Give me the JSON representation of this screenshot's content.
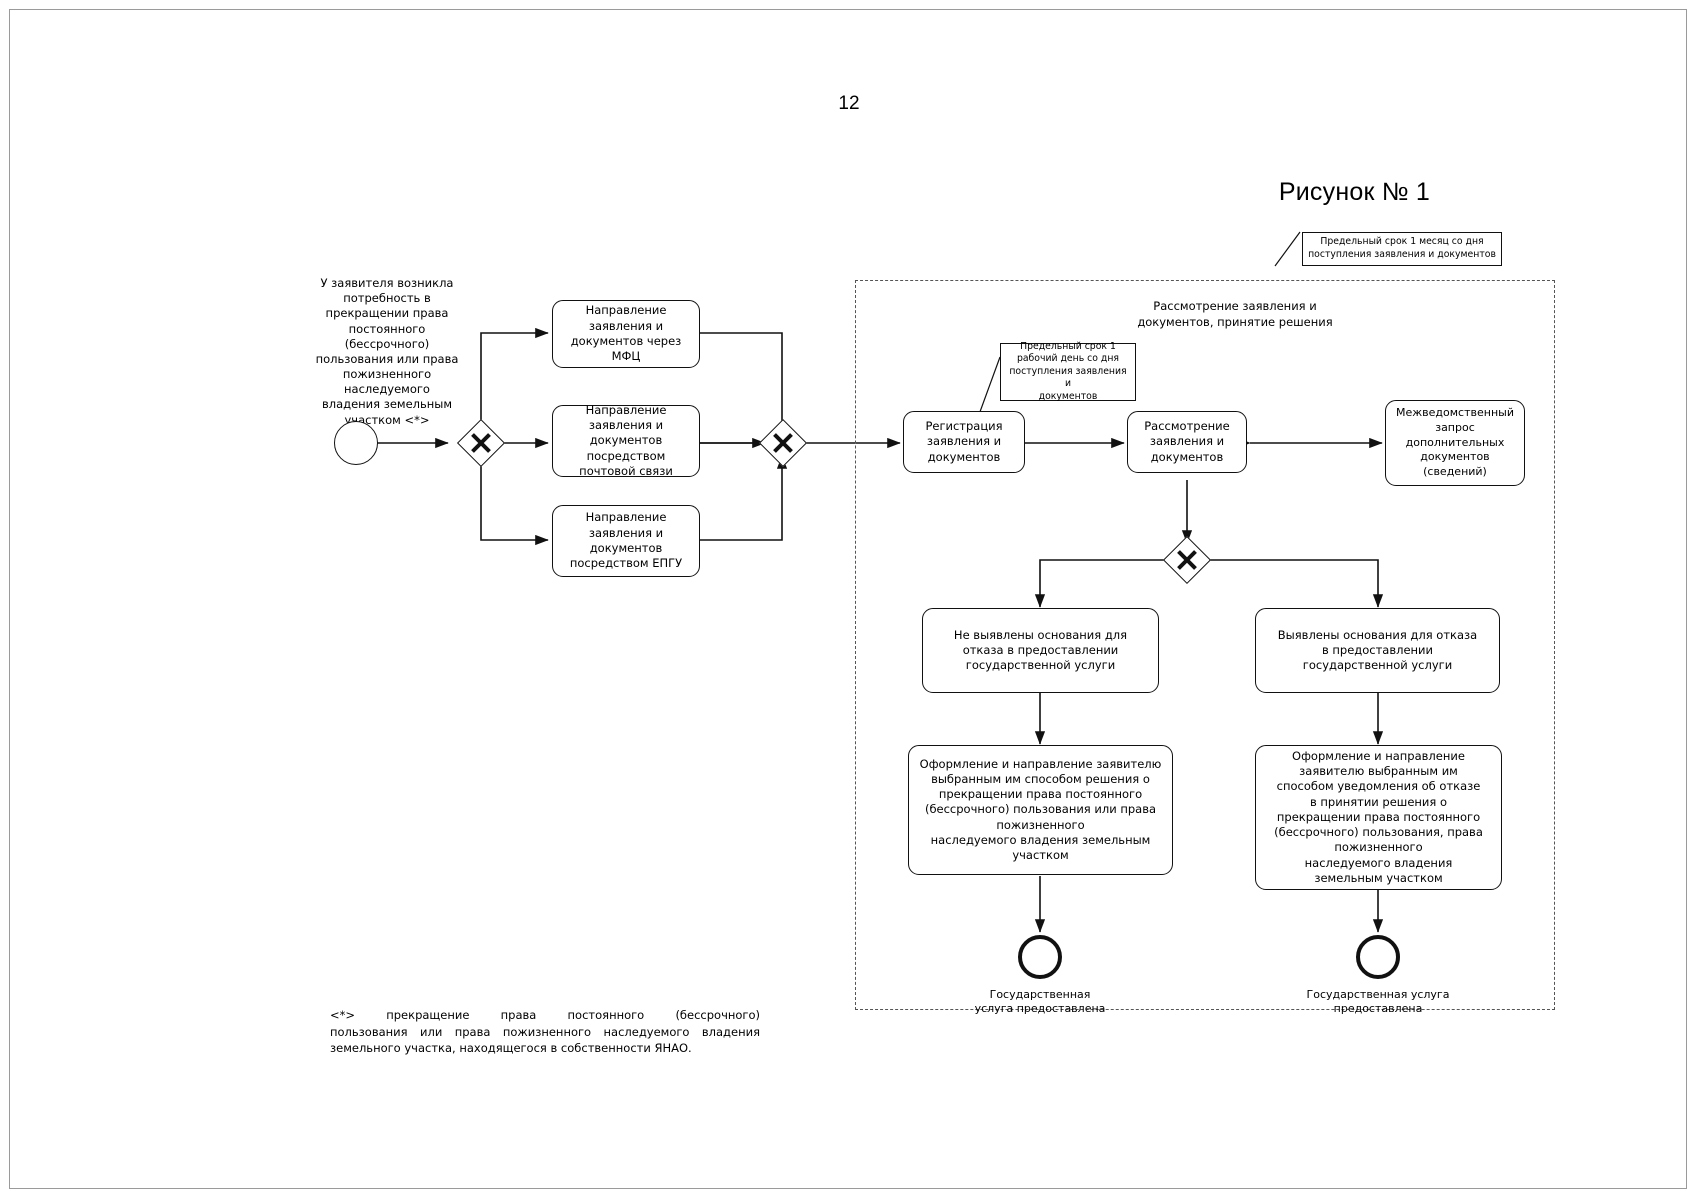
{
  "document": {
    "page_number": "12",
    "figure_caption": "Рисунок № 1"
  },
  "start": {
    "label": "У заявителя возникла\nпотребность в\nпрекращении права\nпостоянного\n(бессрочного)\nпользования или права\nпожизненного\nнаследуемого\nвладения земельным\nучастком <*>",
    "icon": "start-event-circle"
  },
  "gateways": {
    "split_label": "exclusive-gateway-split",
    "join_label": "exclusive-gateway-join",
    "decision_label": "exclusive-gateway-decision"
  },
  "channels": [
    {
      "id": "mfc",
      "label": "Направление\nзаявления и\nдокументов через\nМФЦ"
    },
    {
      "id": "post",
      "label": "Направление\nзаявления и\nдокументов\nпосредством\nпочтовой связи"
    },
    {
      "id": "epgu",
      "label": "Направление\nзаявления и\nдокументов\nпосредством ЕПГУ"
    }
  ],
  "pool": {
    "title": "Рассмотрение заявления и\nдокументов, принятие решения",
    "note": "Предельный срок 1 месяц со дня\nпоступления заявления и документов"
  },
  "notes": {
    "registration": "Предельный срок 1\nрабочий день со дня\nпоступления заявления и\nдокументов"
  },
  "tasks": {
    "registration": "Регистрация\nзаявления и\nдокументов",
    "review": "Рассмотрение\nзаявления и\nдокументов",
    "interagency": "Межведомственный\nзапрос\nдополнительных\nдокументов\n(сведений)",
    "no_grounds": "Не выявлены основания для\nотказа в предоставлении\nгосударственной услуги",
    "grounds": "Выявлены основания для отказа\nв предоставлении\nгосударственной услуги",
    "issue_decision": "Оформление и направление заявителю\nвыбранным им способом решения о\nпрекращении права постоянного\n(бессрочного) пользования или права\nпожизненного\nнаследуемого владения земельным\nучастком",
    "issue_refusal": "Оформление и направление\nзаявителю выбранным им\nспособом уведомления об отказе\nв принятии решения о\nпрекращении права постоянного\n(бессрочного) пользования, права\nпожизненного\nнаследуемого владения\nземельным участком"
  },
  "end_events": {
    "provided": "Государственная\nуслуга предоставлена",
    "refused": "Государственная услуга\nпредоставлена"
  },
  "footnote": {
    "line1": "<*>    прекращение    права    постоянного    (бессрочного)",
    "line2": "пользования   или   права   пожизненного   наследуемого   владения",
    "line3": "земельного участка, находящегося в собственности ЯНАО."
  },
  "colors": {
    "stroke": "#111111",
    "pool_stroke": "#555555",
    "page_border": "#9a9a9a",
    "background": "#ffffff"
  }
}
